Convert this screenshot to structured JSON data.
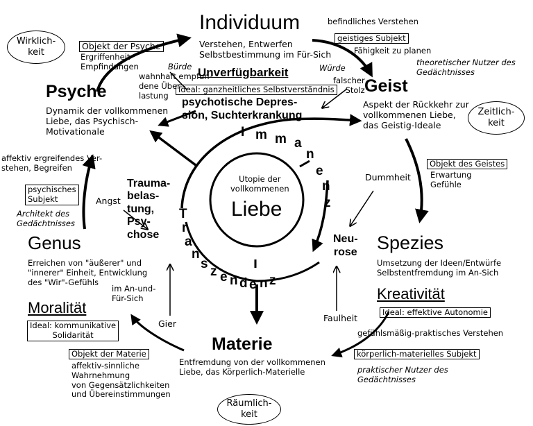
{
  "nodes": {
    "individuum": {
      "title": "Individuum",
      "desc": "Verstehen, Entwerfen\nSelbstbestimmung im Für-Sich"
    },
    "geist": {
      "title": "Geist",
      "desc": "Aspekt der Rückkehr zur\nvollkommenen Liebe,\ndas Geistig-Ideale"
    },
    "spezies": {
      "title": "Spezies",
      "desc": "Umsetzung der Ideen/Entwürfe\nSelbstentfremdung im An-Sich"
    },
    "materie": {
      "title": "Materie",
      "desc": "Entfremdung von der vollkommenen\nLiebe, das Körperlich-Materielle"
    },
    "genus": {
      "title": "Genus",
      "desc": "Erreichen von \"äußerer\" und\n\"innerer\" Einheit, Entwicklung\ndes \"Wir\"-Gefühls"
    },
    "psyche": {
      "title": "Psyche",
      "desc": "Dynamik der vollkommenen\nLiebe, das Psychisch-\nMotivationale"
    }
  },
  "center": {
    "utopia": "Utopie der\nvollkommenen",
    "liebe": "Liebe"
  },
  "ellipses": {
    "wirklichkeit": "Wirklich-\nkeit",
    "zeitlichkeit": "Zeitlich-\nkeit",
    "raeumlichkeit": "Räumlich-\nkeit"
  },
  "top": {
    "objekt_psyche": "Objekt der Psyche",
    "ergriffenheit": "Ergriffenheit\nEmpfindungen",
    "wahnhaft": "wahnhaft empfun-\ndene Über-\nlastung",
    "buerde": "Bürde",
    "unverfuegbarkeit": "Unverfügbarkeit",
    "ideal_ganzheitlich": "Ideal: ganzheitliches Selbstverständnis",
    "befindliches": "befindliches Verstehen",
    "geistiges_subjekt": "geistiges Subjekt",
    "faehigkeit": "Fähigkeit zu planen",
    "theoretischer": "theoretischer Nutzer des\nGedächtnisses",
    "wuerde": "Würde",
    "falscher_stolz": "falscher\nStolz",
    "psychotische": "psychotische Depres-\nsion, Suchterkrankung"
  },
  "right": {
    "objekt_geistes": "Objekt des Geistes",
    "erwartung": "Erwartung\nGefühle",
    "dummheit": "Dummheit",
    "neurose": "Neu-\nrose",
    "kreativitaet": "Kreativität",
    "ideal_autonomie": "Ideal: effektive Autonomie",
    "gefuehlsmaessig": "gefühlsmäßig-praktisches Verstehen",
    "koerperlich_subjekt": "körperlich-materielles Subjekt",
    "praktischer": "praktischer Nutzer des\nGedächtnisses",
    "faulheit": "Faulheit"
  },
  "left": {
    "affektiv_ergreifend": "affektiv ergreifendes Ver-\nstehen, Begreifen",
    "psychisches_subjekt": "psychisches\nSubjekt",
    "architekt": "Architekt des\nGedächtnisses",
    "angst": "Angst",
    "trauma": "Trauma-\nbelas-\ntung,\nPsy-\nchose",
    "im_an_und": "im An-und-\nFür-Sich",
    "moralitaet": "Moralität",
    "ideal_kommunikative": "Ideal: kommunikative\nSolidarität",
    "gier": "Gier"
  },
  "bottom": {
    "objekt_materie": "Objekt der Materie",
    "affektiv_sinnlich": "affektiv-sinnliche\nWahrnehmung\nvon Gegensätzlichkeiten\nund Übereinstimmungen"
  },
  "arc_words": {
    "immanenz": [
      "I",
      "m",
      "m",
      "a",
      "n",
      "e",
      "n",
      "z"
    ],
    "transzendenz": [
      "T",
      "r",
      "a",
      "n",
      "s",
      "z",
      "e",
      "n",
      "d",
      "e",
      "n",
      "z"
    ]
  }
}
